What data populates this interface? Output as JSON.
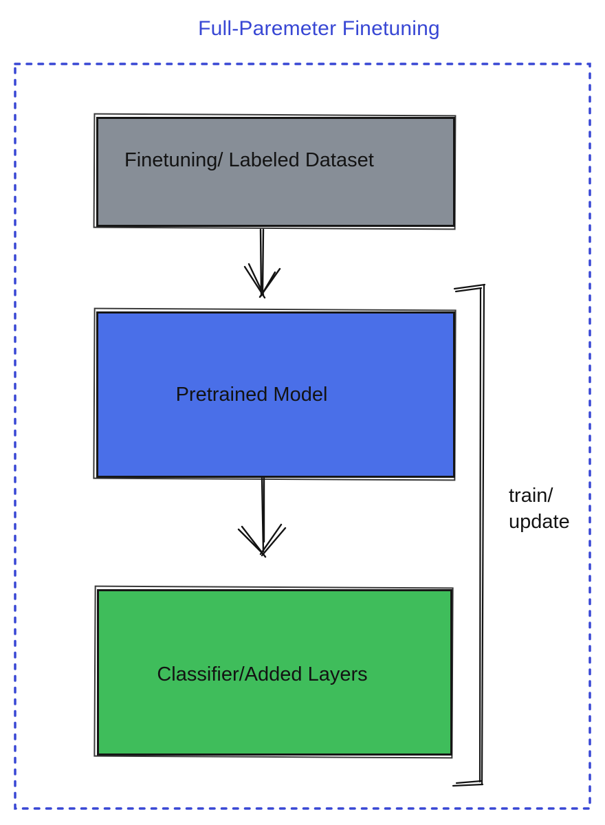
{
  "title": "Full-Paremeter Finetuning",
  "boxes": {
    "dataset": {
      "label": "Finetuning/ Labeled Dataset",
      "fill": "#878e97"
    },
    "pretrained": {
      "label": "Pretrained Model",
      "fill": "#4a6fe8"
    },
    "classifier": {
      "label": "Classifier/Added Layers",
      "fill": "#3fbd5b"
    }
  },
  "bracket": {
    "label": "train/\nupdate"
  },
  "colors": {
    "title_blue": "#3847d4",
    "dotted_border_blue": "#3847d4",
    "ink_black": "#131313"
  }
}
